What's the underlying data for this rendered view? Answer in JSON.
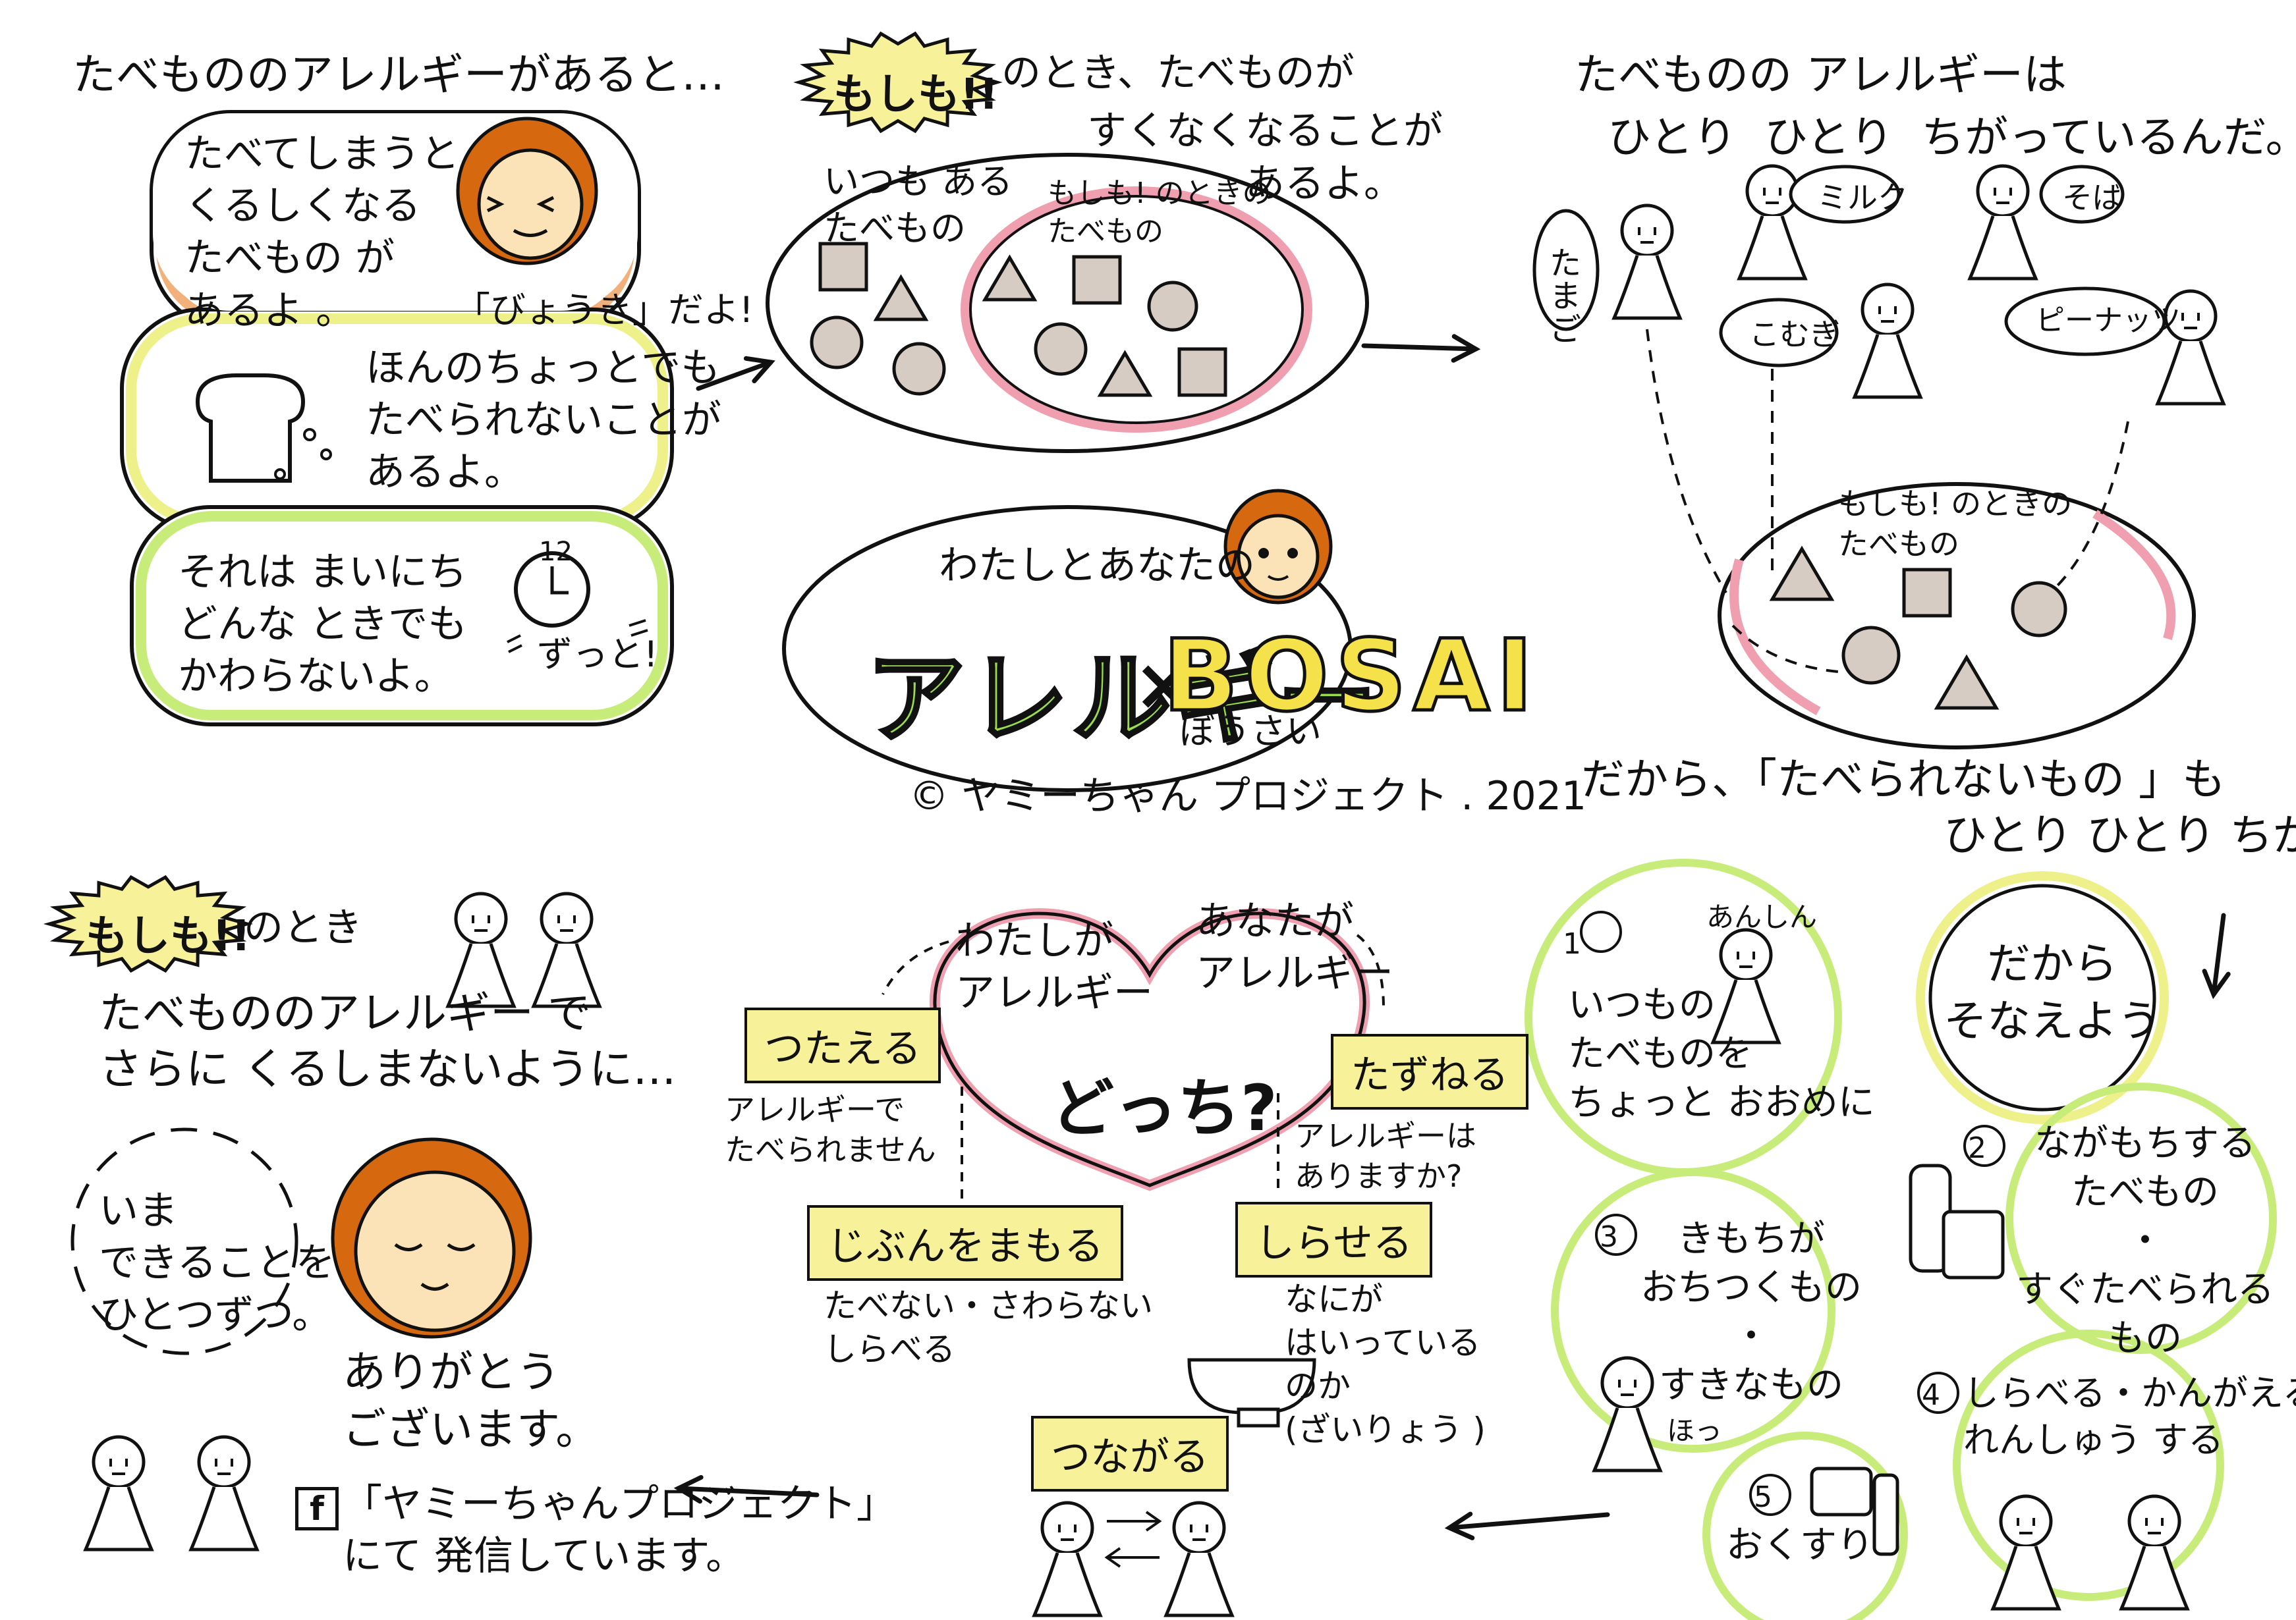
{
  "colors": {
    "ink": "#111111",
    "orange_outline": "#f2b07a",
    "yellow_outline": "#eef08a",
    "green_outline": "#c8ec7a",
    "pink_ring": "#ef9fb0",
    "food_shape": "#d6ccc4",
    "tag_yellow": "#f7f19a",
    "logo_green": "#9bdc4a",
    "logo_yellow": "#f5e14a",
    "hair": "#d6690f",
    "skin": "#fbe3b7"
  },
  "panel1": {
    "heading": "たべもののアレルギーがあると…",
    "box1_text": "たべてしまうと\nくるしくなる\nたべもの が\nあるよ 。",
    "box1_caption": "「びょうき」だよ!",
    "box2_text": "ほんのちょっとでも\nたべられないことが\nあるよ。",
    "box3_text": "それは まいにち\nどんな ときでも\nかわらないよ。",
    "clock_number": "12",
    "box3_caption": "ずっと!"
  },
  "panel2": {
    "burst_label": "もしも!!",
    "line1": "のとき、たべものが",
    "line2": "すくなくなることが",
    "line3": "あるよ。",
    "outer_label": "いつも ある\nたべもの",
    "inner_label": "もしも! のときの\nたべもの"
  },
  "panel3": {
    "title_line1": "たべものの アレルギーは",
    "title_line2": "ひとり  ひとり  ちがっているんだ。",
    "bubble_tamago": "たまご",
    "bubble_milk": "ミルク",
    "bubble_soba": "そば",
    "bubble_komugi": "こむぎ",
    "bubble_peanuts": "ピーナッツ",
    "ellipse_label": "もしも! のときの\nたべもの",
    "bottom_line1": "だから、「たべられないもの 」も",
    "bottom_line2": "ひとり ひとり ちがう。"
  },
  "logo": {
    "prefix": "わたしとあなたの",
    "word_a": "アレルギー",
    "times": "×",
    "word_b": "BOSAI",
    "reading": "ぼうさい",
    "copyright": "© ヤミーちゃん プロジェクト . 2021"
  },
  "panel4": {
    "burst_label": "もしも!!",
    "line1": "のとき",
    "line2": "たべもののアレルギー で",
    "line3": "さらに くるしまないように…",
    "circle_text": "いま\nできることを\nひとつずつ。",
    "thanks": "ありがとう\nございます。",
    "fb_icon": "f",
    "fb_text": "「ヤミーちゃんプロジェクト」\nにて 発信しています。"
  },
  "panel5": {
    "left_label": "わたしが\nアレルギー",
    "right_label": "あなたが\nアレルギー",
    "center": "どっち?",
    "tag_tsutaeru": "つたえる",
    "tsutaeru_note": "アレルギーで\nたべられません",
    "tag_tazuneru": "たずねる",
    "tazuneru_note": "アレルギーは\nありますか?",
    "tag_jibun": "じぶんをまもる",
    "jibun_note": "たべない・さわらない\nしらべる",
    "tag_shiraseru": "しらせる",
    "shiraseru_note": "なにが\nはいっている\nのか\n(ざいりょう )",
    "tag_tsunagaru": "つながる"
  },
  "panel6": {
    "item1_number": "1",
    "item1_anshin": "あんしん",
    "item1_text": "いつもの\nたべものを\nちょっと おおめに",
    "center_text": "だから\nそなえよう",
    "item2_number": "2",
    "item2_text": "ながもちする\nたべもの\n・\nすぐたべられる\nもの",
    "item3_number": "3",
    "item3_text": "きもちが\nおちつくもの\n・\nすきなもの",
    "item3_sigh": "ほっ",
    "item4_number": "4",
    "item4_text": "しらべる・かんがえる\nれんしゅう する",
    "item5_number": "5",
    "item5_text": "おくすり"
  }
}
